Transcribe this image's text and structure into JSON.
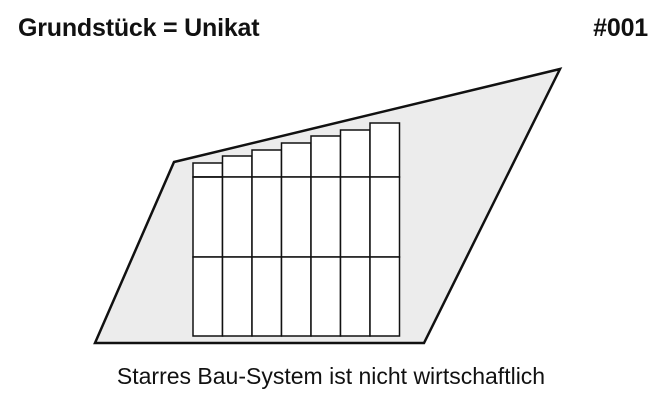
{
  "header": {
    "title": "Grundstück = Unikat",
    "number": "#001"
  },
  "diagram": {
    "plot_fill": "#ececec",
    "line_color": "#111111",
    "module_columns": 7,
    "module_rows": 3
  },
  "caption": "Starres Bau-System ist nicht wirtschaftlich"
}
